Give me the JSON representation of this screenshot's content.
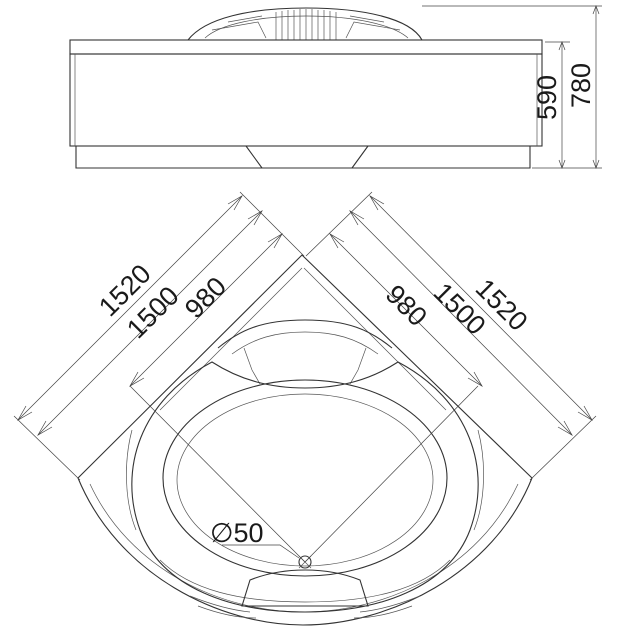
{
  "side_view": {
    "height_outer_label": "780",
    "height_inner_label": "590"
  },
  "top_view": {
    "left_outer_label": "1520",
    "left_middle_label": "1500",
    "left_inner_label": "980",
    "right_inner_label": "980",
    "right_middle_label": "1500",
    "right_outer_label": "1520",
    "drain_label": "∅50"
  },
  "colors": {
    "stroke": "#333333",
    "background": "#ffffff"
  }
}
